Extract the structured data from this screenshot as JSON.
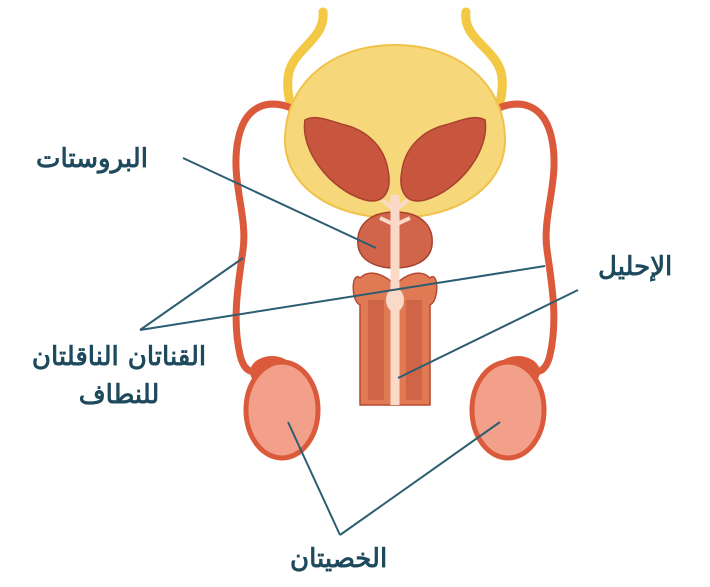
{
  "labels": {
    "prostate": "البروستات",
    "urethra": "الإحليل",
    "vas_deferens_line1": "القناتان الناقلتان",
    "vas_deferens_line2": "للنطاف",
    "testes": "الخصيتان"
  },
  "colors": {
    "bladder": "#f6d77a",
    "bladder_outline": "#f0c24a",
    "ureter": "#f3c845",
    "vas_deferens": "#dc5a3c",
    "gland": "#c8563f",
    "tissue": "#e07a55",
    "testis": "#f2a08a",
    "urethra": "#fbd9c8",
    "leader_line": "#2d5d72",
    "label_text": "#1e4a5e"
  }
}
